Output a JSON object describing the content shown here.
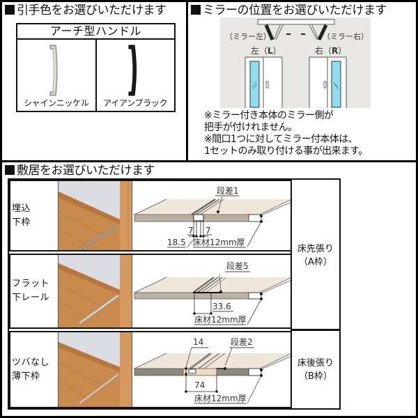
{
  "handle_section": {
    "title": "引手色をお選びいただけます",
    "table_header": "アーチ型ハンドル",
    "options": [
      {
        "label": "シャインニッケル",
        "color": "#c8c4bc",
        "icon": "arch-handle-nickel"
      },
      {
        "label": "アイアンブラック",
        "color": "#1c1c1c",
        "icon": "arch-handle-black"
      }
    ]
  },
  "mirror_section": {
    "title": "ミラーの位置をお選びいただけます",
    "mirror_left_label": "（ミラー左）",
    "mirror_right_label": "（ミラー右）",
    "left_label": "左（L）",
    "right_label": "右（R）",
    "mirror_color": "#8fdcec",
    "notes": [
      "※ミラー付き本体のミラー側が",
      "把手が付けれません。",
      "※間口1つに対してミラー付本体は、",
      "1セットのみ取り付ける事が出来ます。"
    ]
  },
  "sill_section": {
    "title": "敷居をお選びいただけます",
    "rows": [
      {
        "name_line1": "埋込",
        "name_line2": "下枠",
        "step_label": "段差1",
        "dims": [
          "7",
          "7",
          "18.5"
        ],
        "floor_label": "床材12mm厚"
      },
      {
        "name_line1": "フラット",
        "name_line2": "下レール",
        "step_label": "段差5",
        "dims": [
          "33.6"
        ],
        "floor_label": "床材12mm厚"
      },
      {
        "name_line1": "ツバなし",
        "name_line2": "薄下枠",
        "step_label": "段差2",
        "dims": [
          "14",
          "74"
        ],
        "floor_label": "床材12mm厚"
      }
    ],
    "frame_types": [
      {
        "line1": "床先張り",
        "line2": "（A枠）"
      },
      {
        "line1": "床後張り",
        "line2": "（B枠）"
      }
    ]
  }
}
